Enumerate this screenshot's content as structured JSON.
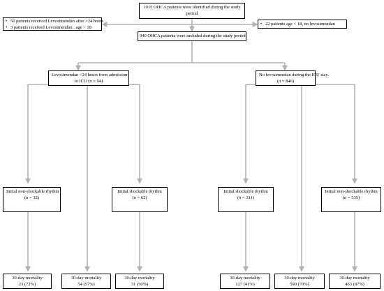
{
  "top": {
    "line1": "1015 OHCA patients were identified  during the study",
    "line2": "period"
  },
  "excluded_left": {
    "items": [
      "50 patients received Levosimendan after >24 hours",
      "3 patients received Levosimendan , age < 18"
    ]
  },
  "excluded_right": {
    "text": "22 patients  age < 18, no levosimendan"
  },
  "included": {
    "text": "940  OHCA patients were included during the study period"
  },
  "group_levo": {
    "line1": "Levosimendan <24 hours from admission",
    "line2_pre": "to ICU (",
    "n": "n",
    "line2_post": " = 94)"
  },
  "group_nolevo": {
    "line1": "No levosimendan during the ICU stay.",
    "line2_pre": "(",
    "n": "n",
    "line2_post": " = 846)"
  },
  "rhythms": [
    {
      "title": "Initial non-shockable rhythm",
      "pre": "(",
      "n": "n",
      "post": " = 32)"
    },
    {
      "title": "Initial shockable rhythm",
      "pre": "(",
      "n": "n",
      "post": " = 62)"
    },
    {
      "title": "Initial shockable rhythm",
      "pre": "(",
      "n": "n",
      "post": " = 311)"
    },
    {
      "title": "Initial non-shockable rhythm",
      "pre": "(",
      "n": "n",
      "post": " = 535)"
    }
  ],
  "outcomes": [
    {
      "label": "30-day mortality",
      "value": "23 (72%)"
    },
    {
      "label": "30-day mortality",
      "value": "54 (57%)"
    },
    {
      "label": "30-day mortality",
      "value": "31 (50%)"
    },
    {
      "label": "30-day mortality",
      "value": "127 (41%)"
    },
    {
      "label": "30-day mortality",
      "value": "590 (70%)"
    },
    {
      "label": "30-day mortality",
      "value": "463 (87%)"
    }
  ],
  "colors": {
    "box_border": "#000000",
    "arrow": "#b3b3b3"
  }
}
